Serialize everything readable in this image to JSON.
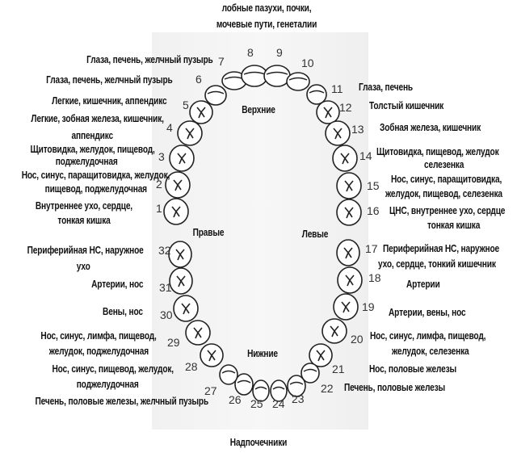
{
  "top_label": [
    "лобные пазухи, почки,",
    "мочевые пути, генеталии"
  ],
  "bottom_label": "Надпочечники",
  "regions": {
    "upper": "Верхние",
    "lower": "Нижние",
    "right": "Правые",
    "left": "Левые"
  },
  "teeth": {
    "1": "1",
    "2": "2",
    "3": "3",
    "4": "4",
    "5": "5",
    "6": "6",
    "7": "7",
    "8": "8",
    "9": "9",
    "10": "10",
    "11": "11",
    "12": "12",
    "13": "13",
    "14": "14",
    "15": "15",
    "16": "16",
    "17": "17",
    "18": "18",
    "19": "19",
    "20": "20",
    "21": "21",
    "22": "22",
    "23": "23",
    "24": "24",
    "25": "25",
    "26": "26",
    "27": "27",
    "28": "28",
    "29": "29",
    "30": "30",
    "31": "31",
    "32": "32"
  },
  "labels": {
    "t7": "Глаза, печень, желчный пузырь",
    "t6": "Глаза, печень, желчный пузырь",
    "t5": "Легкие, кишечник, аппендикс",
    "t4a": "Легкие, зобная железа, кишечник,",
    "t4b": "аппендикс",
    "t3a": "Щитовидка, желудок, пищевод,",
    "t3b": "поджелудочная",
    "t2a": "Нос, синус, паращитовидка, желудок,",
    "t2b": "пищевод, поджелудочная",
    "t1a": "Внутреннее ухо, сердце,",
    "t1b": "тонкая кишка",
    "t11": "Глаза, печень",
    "t12": "Толстый кишечник",
    "t13": "Зобная железа, кишечник",
    "t14a": "Щитовидка, пищевод, желудок",
    "t14b": "селезенка",
    "t15a": "Нос, синус, паращитовидка,",
    "t15b": "желудок, пищевод, селезенка",
    "t16a": "ЦНС, внутреннее ухо, сердце",
    "t16b": "тонкая кишка",
    "t32a": "Периферийная НС, наружное",
    "t32b": "ухо",
    "t31": "Артерии, нос",
    "t30": "Вены, нос",
    "t29a": "Нос, синус, лимфа,  пищевод,",
    "t29b": "желудок, поджелудочная",
    "t28a": "Нос, синус,  пищевод, желудок,",
    "t28b": "поджелудочная",
    "t27": "Печень, половые железы, желчный пузырь",
    "t17a": "Периферийная НС, наружное",
    "t17b": "ухо, сердце, тонкий кишечник",
    "t18": "Артерии",
    "t19": "Артерии, вены, нос",
    "t20a": "Нос, синус, лимфа,  пищевод,",
    "t20b": "желудок, селезенка",
    "t21": "Нос, половые железы",
    "t22": "Печень, половые железы"
  }
}
